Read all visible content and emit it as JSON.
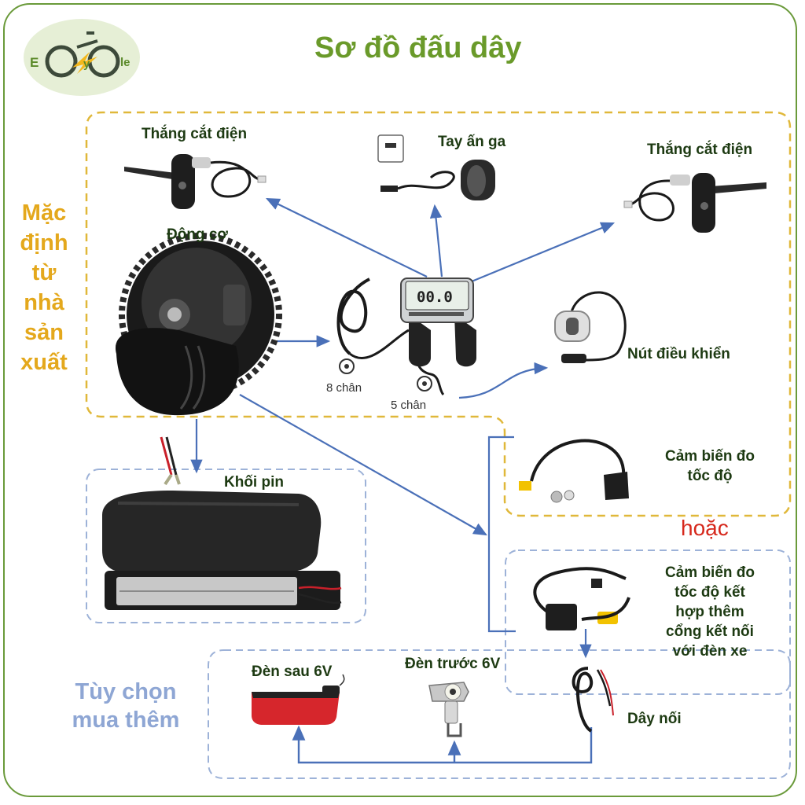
{
  "title": "Sơ đồ đấu dây",
  "logo": {
    "letters": [
      "E",
      "y",
      "le"
    ],
    "colors": {
      "fill": "#e6efd6",
      "wheel": "#3d4a3a",
      "bolt": "#f4b81c",
      "letters": "#5b8a2a"
    }
  },
  "sections": {
    "default_label": [
      "Mặc",
      "định",
      "từ",
      "nhà",
      "sản",
      "xuất"
    ],
    "optional_label": [
      "Tùy chọn",
      "mua thêm"
    ],
    "or_label": "hoặc"
  },
  "components": {
    "brake_left": "Thắng cắt điện",
    "throttle": "Tay ấn ga",
    "brake_right": "Thắng cắt điện",
    "motor": "Động cơ",
    "control_button": "Nút điều khiển",
    "speed_sensor": [
      "Cảm biến đo",
      "tốc độ"
    ],
    "battery": "Khối pin",
    "speed_sensor_light": [
      "Cảm biến đo",
      "tốc độ kết",
      "hợp thêm",
      "cổng kết nối",
      "với đèn xe"
    ],
    "rear_light": "Đèn sau 6V",
    "front_light": "Đèn trước 6V",
    "cable": "Dây nối"
  },
  "connectors": {
    "pin8": "8 chân",
    "pin5": "5 chân"
  },
  "display": {
    "reading": "00.0"
  },
  "colors": {
    "arrow": "#4a70b8",
    "default_border": "#e0b83a",
    "optional_border": "#9db2d8",
    "frame": "#6a9a3a",
    "title": "#6a9a2a",
    "side_label": "#e4a81c",
    "optional_label": "#8ea6d4",
    "or": "#d6281c"
  }
}
